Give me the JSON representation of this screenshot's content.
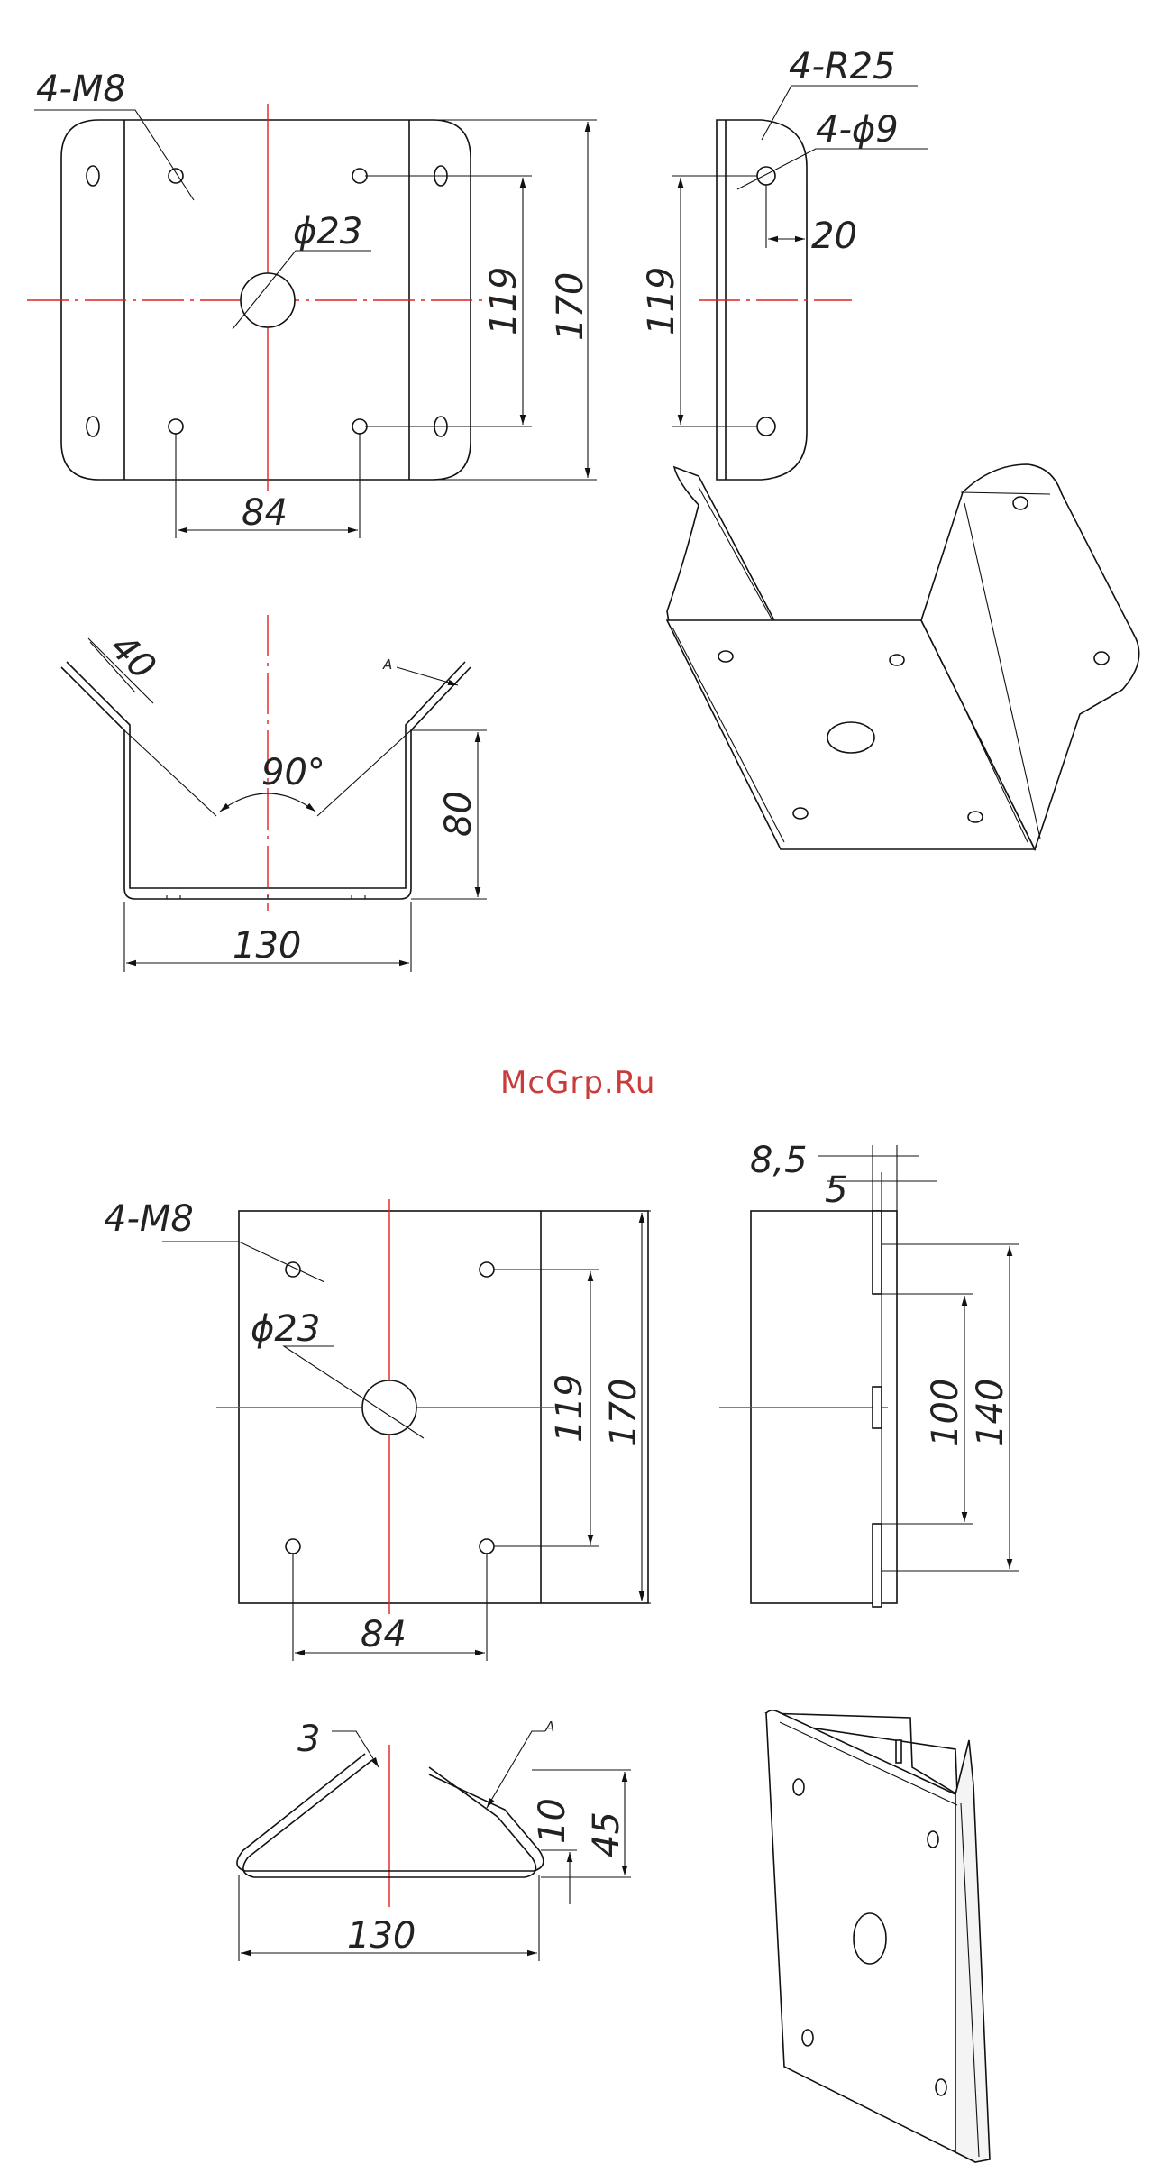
{
  "watermark": {
    "text": "McGrp.Ru",
    "color": "#c83c3c"
  },
  "colors": {
    "line": "#111111",
    "centerline": "#e02020",
    "background": "#ffffff"
  },
  "bracket_1": {
    "front_view": {
      "threads": "4-M8",
      "center_hole": "ϕ23",
      "hole_spacing_v": "119",
      "height": "170",
      "hole_spacing_h": "84"
    },
    "side_view": {
      "radius": "4-R25",
      "holes": "4-ϕ9",
      "edge_offset": "20",
      "hole_spacing_v": "119"
    },
    "bottom_view": {
      "flange": "40",
      "angle": "90°",
      "height": "80",
      "width": "130",
      "detail_mark": "A"
    }
  },
  "bracket_2": {
    "front_view": {
      "threads": "4-M8",
      "center_hole": "ϕ23",
      "hole_spacing_v": "119",
      "height": "170",
      "hole_spacing_h": "84"
    },
    "side_view": {
      "offset_outer": "8,5",
      "offset_inner": "5",
      "slot_spacing": "100",
      "slot_span": "140"
    },
    "bottom_view": {
      "thickness": "3",
      "detail_mark": "A",
      "depth": "10",
      "height": "45",
      "width": "130"
    }
  }
}
